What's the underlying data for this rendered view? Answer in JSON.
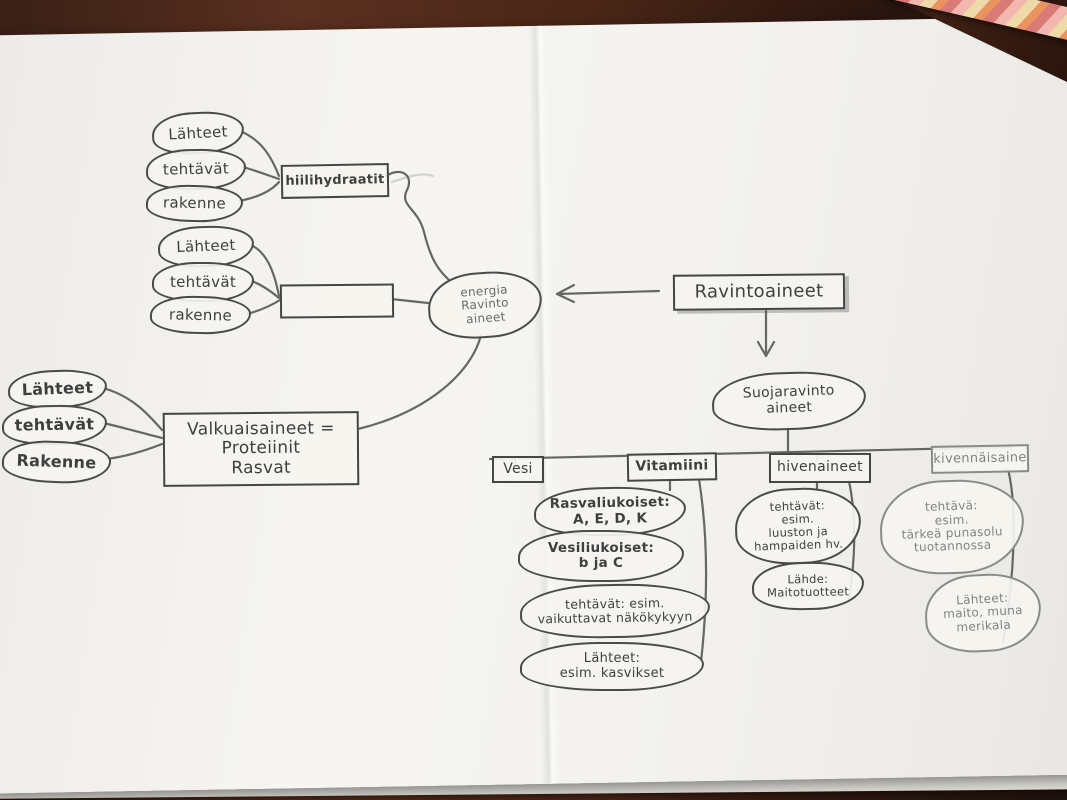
{
  "scene": {
    "table_color": "#3a2016",
    "paper_color": "#f3f2ee",
    "pencil_stroke": "#4a4a4a"
  },
  "clusters": {
    "a": {
      "items": [
        "Lähteet",
        "tehtävät",
        "rakenne"
      ],
      "box": "hiilihydraatit"
    },
    "b": {
      "items": [
        "Lähteet",
        "tehtävät",
        "rakenne"
      ],
      "box": ""
    },
    "c": {
      "items": [
        "Lähteet",
        "tehtävät",
        "Rakenne"
      ],
      "box": "Valkuaisaineet =\nProteiinit\nRasvat"
    }
  },
  "center": {
    "energia": "energia\nRavinto\naineet",
    "root": "Ravintoaineet",
    "suoja": "Suojaravinto\naineet"
  },
  "branches": {
    "vesi": {
      "label": "Vesi",
      "children": []
    },
    "vitamiini": {
      "label": "Vitamiini",
      "children": [
        "Rasvaliukoiset:\nA, E, D, K",
        "Vesiliukoiset:\nb ja C",
        "tehtävät: esim.\nvaikuttavat näkökykyyn",
        "Lähteet:\nesim. kasvikset"
      ]
    },
    "hivenaineet": {
      "label": "hivenaineet",
      "children": [
        "tehtävät:\nesim.\nluuston ja\nhampaiden hv.",
        "Lähde:\nMaitotuotteet"
      ]
    },
    "kivennaisaineet": {
      "label": "kivennäisaine",
      "children": [
        "tehtävä:\nesim.\ntärkeä punasolu\ntuotannossa",
        "Lähteet:\nmaito, muna\nmerikala"
      ]
    }
  }
}
